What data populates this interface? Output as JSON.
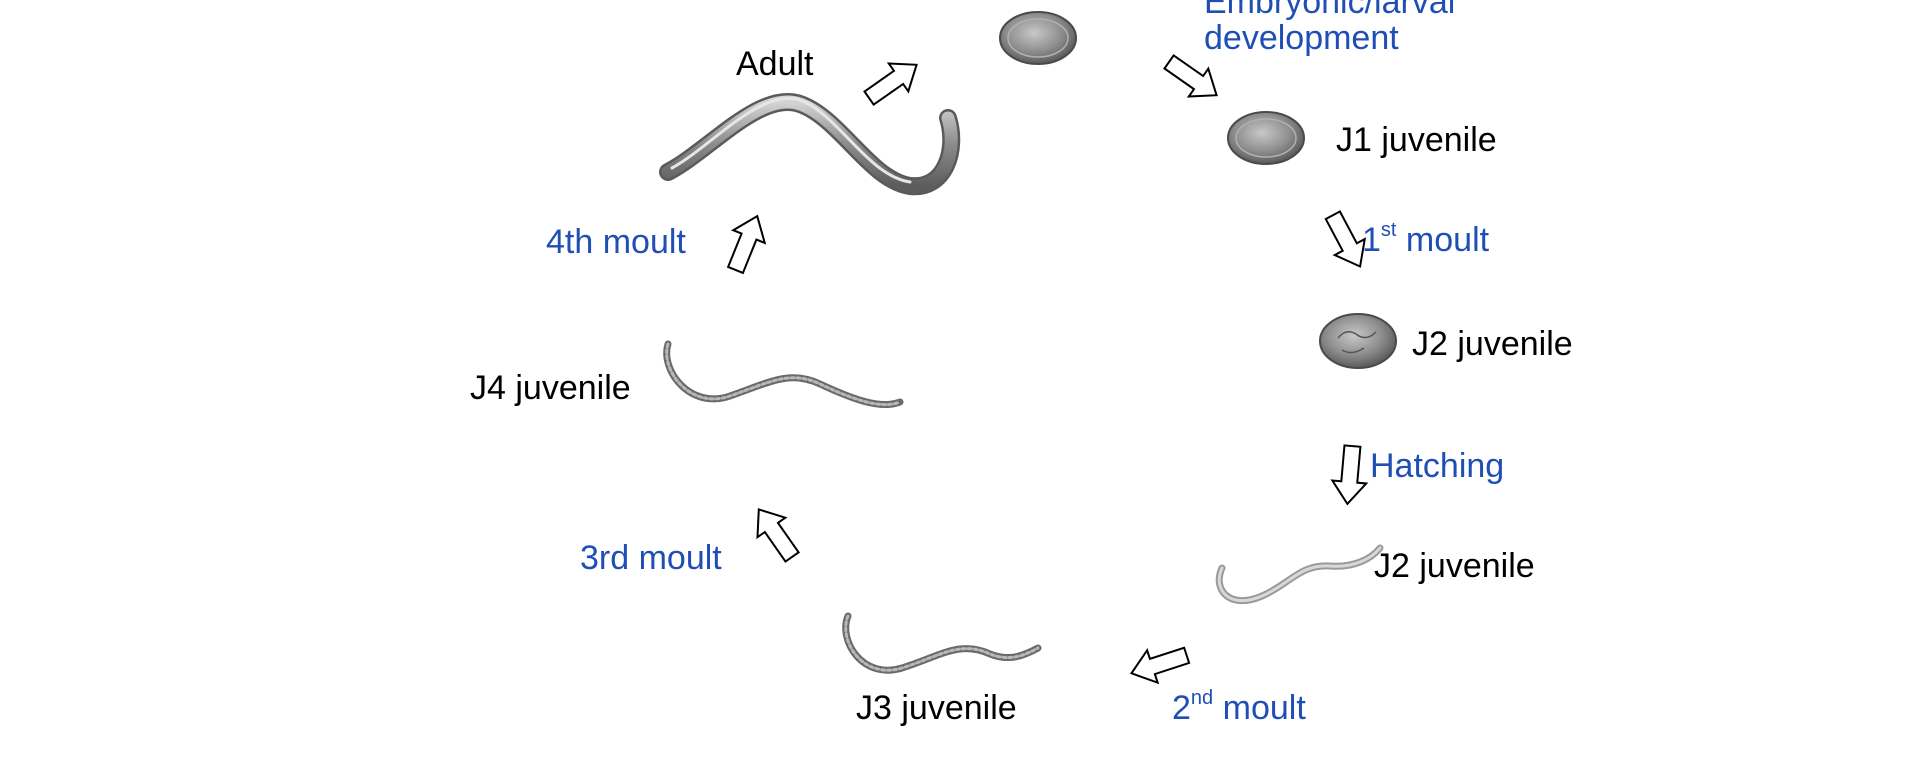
{
  "colors": {
    "stage_text": "#000000",
    "process_text": "#1f4fb5",
    "arrow_stroke": "#000000",
    "arrow_fill": "#ffffff",
    "egg_fill": "#8a8a8a",
    "worm_fill": "#9a9a9a"
  },
  "stages": {
    "adult": "Adult",
    "j1": "J1 juvenile",
    "j2_egg": "J2 juvenile",
    "j2_hatched": "J2 juvenile",
    "j3": "J3 juvenile",
    "j4": "J4 juvenile"
  },
  "processes": {
    "embryonic": "Embryonic/larval development",
    "moult1": {
      "num": "1",
      "sup": "st",
      "text": " moult"
    },
    "hatching": "Hatching",
    "moult2": {
      "num": "2",
      "sup": "nd",
      "text": " moult"
    },
    "moult3": "3rd moult",
    "moult4": "4th moult"
  }
}
